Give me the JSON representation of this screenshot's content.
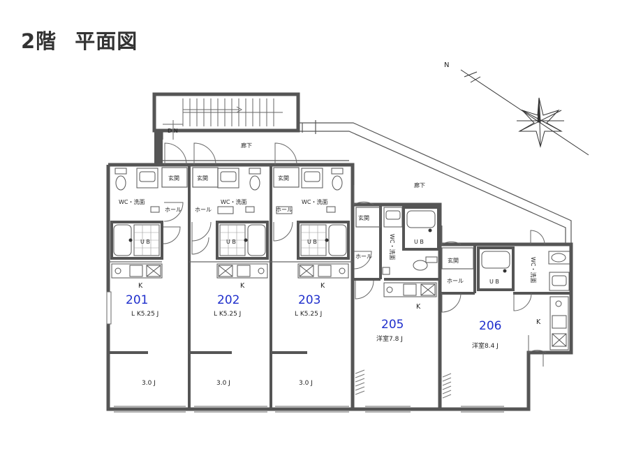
{
  "title": {
    "floor": "2階",
    "name": "平面図"
  },
  "compass": {
    "north_label": "N"
  },
  "stair": {
    "label": "D N"
  },
  "corridor": {
    "label_1": "廊下",
    "label_2": "廊下"
  },
  "units": [
    {
      "number": "201",
      "entry": "玄関",
      "wc": "WC・洗面",
      "hall": "ホール",
      "bath": "U B",
      "kitchen": "K",
      "main_room": "L K5.25 J",
      "sub_room": "3.0 J"
    },
    {
      "number": "202",
      "entry": "玄関",
      "wc": "WC・洗面",
      "hall": "ホール",
      "bath": "U B",
      "kitchen": "K",
      "main_room": "L K5.25 J",
      "sub_room": "3.0 J"
    },
    {
      "number": "203",
      "entry": "玄関",
      "wc": "WC・洗面",
      "hall": "ホール",
      "bath": "U B",
      "kitchen": "K",
      "main_room": "L K5.25 J",
      "sub_room": "3.0 J"
    },
    {
      "number": "205",
      "entry": "玄関",
      "wc": "WC・洗面",
      "hall": "ホール",
      "bath": "U B",
      "kitchen": "K",
      "main_room": "洋室7.8 J"
    },
    {
      "number": "206",
      "entry": "玄関",
      "wc": "WC・洗面",
      "hall": "ホール",
      "bath": "U B",
      "kitchen": "K",
      "main_room": "洋室8.4 J"
    }
  ]
}
